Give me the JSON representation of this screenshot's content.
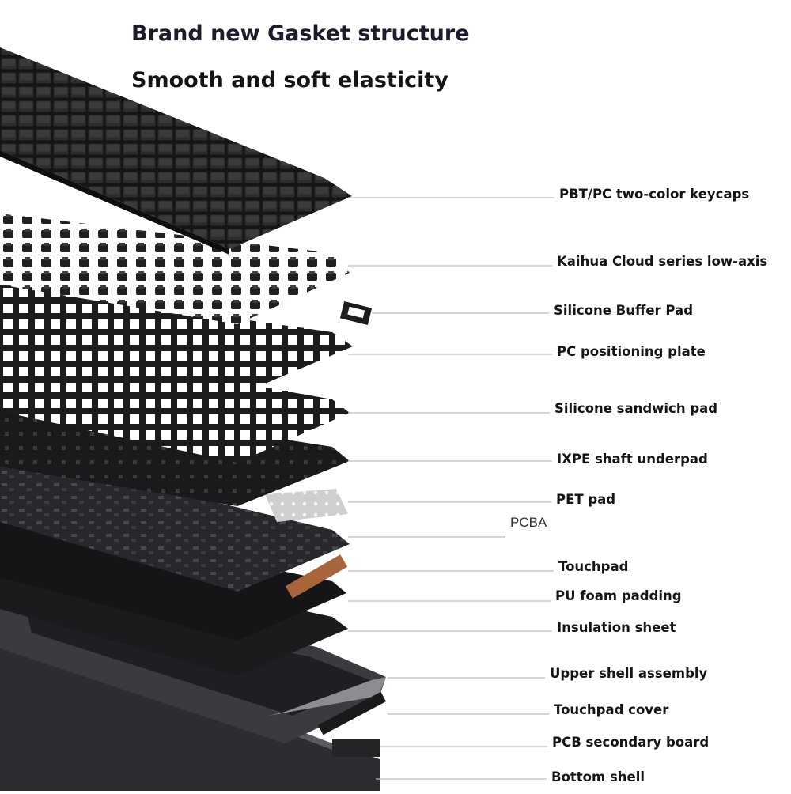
{
  "headline": {
    "line1": "Brand new Gasket structure",
    "line2": "Smooth and soft elasticity"
  },
  "components": [
    {
      "label": "PBT/PC two-color keycaps"
    },
    {
      "label": "Kaihua Cloud series low-axis"
    },
    {
      "label": "Silicone Buffer Pad"
    },
    {
      "label": "PC positioning plate"
    },
    {
      "label": "Silicone sandwich pad"
    },
    {
      "label": "IXPE shaft underpad"
    },
    {
      "label": "PET pad"
    },
    {
      "label": "PCBA"
    },
    {
      "label": "Touchpad"
    },
    {
      "label": "PU foam padding"
    },
    {
      "label": "Insulation sheet"
    },
    {
      "label": "Upper shell assembly"
    },
    {
      "label": "Touchpad cover"
    },
    {
      "label": "PCB secondary board"
    },
    {
      "label": "Bottom shell"
    }
  ],
  "colors": {
    "layer_dark": "#1b1b1d",
    "frame_gray": "#3a3b3f",
    "pet_silver": "#c9c9cc",
    "touchpad_copper": "#a8643a",
    "leader_line": "#bdbdbd",
    "text": "#151515"
  }
}
